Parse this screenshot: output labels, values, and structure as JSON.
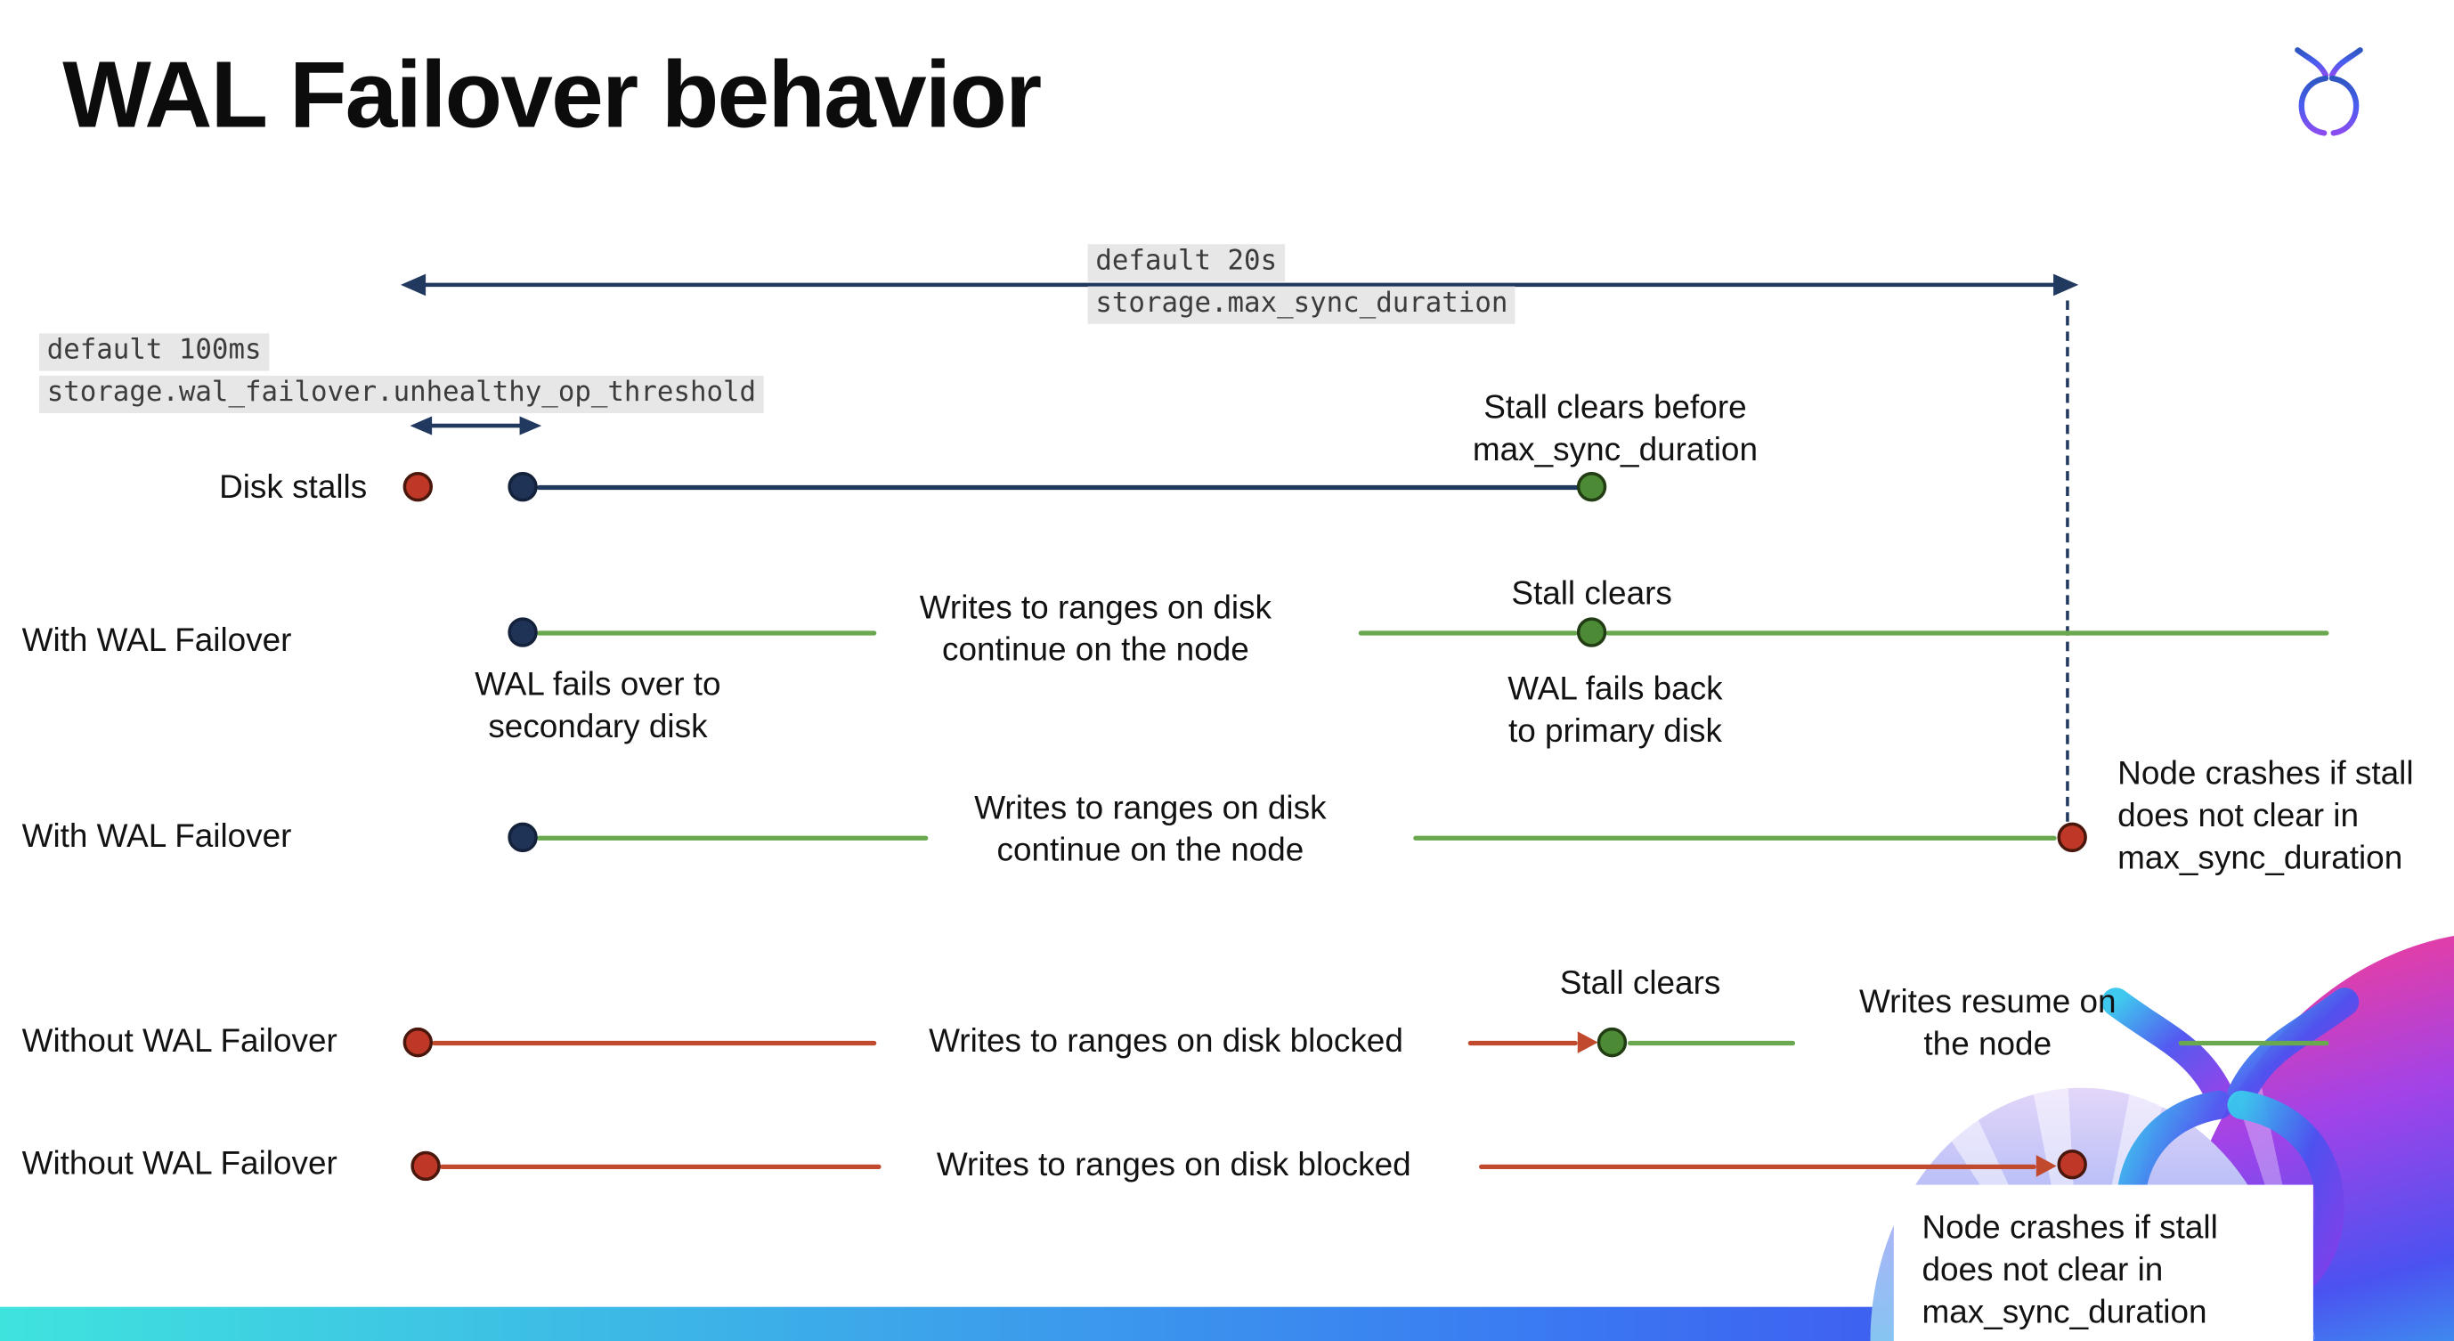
{
  "slide": {
    "title": "WAL Failover behavior"
  },
  "colors": {
    "navy": "#21385f",
    "green": "#69a84f",
    "red": "#c14a2e",
    "dotNavy": "#1f3356",
    "dotGreen": "#4c8a35",
    "dotRed": "#bf3726",
    "highlightBg": "#e8e7e7",
    "barStart": "#3fe3de",
    "barMid": "#3a7bf2",
    "barEnd": "#4536ee",
    "artPink": "#ee3d9b",
    "artPurple": "#a243e8",
    "artBlue": "#4b52f0",
    "artCyan": "#33bdee",
    "artLavender": "#e3d6f9"
  },
  "annotations": {
    "max_sync_duration": {
      "default_label": "default 20s",
      "setting": "storage.max_sync_duration"
    },
    "unhealthy_op_threshold": {
      "default_label": "default 100ms",
      "setting": "storage.wal_failover.unhealthy_op_threshold"
    }
  },
  "rows": {
    "disk_stalls": {
      "label": "Disk stalls",
      "stall_clears_note": [
        "Stall clears before",
        "max_sync_duration"
      ]
    },
    "with_failover_1": {
      "label": "With WAL Failover",
      "failover_note": [
        "WAL fails over to",
        "secondary disk"
      ],
      "writes_note": [
        "Writes to ranges on disk",
        "continue on the node"
      ],
      "stall_clears": "Stall clears",
      "failback_note": [
        "WAL fails  back",
        "to primary disk"
      ]
    },
    "with_failover_2": {
      "label": "With WAL Failover",
      "writes_note": [
        "Writes to ranges on disk",
        "continue on the node"
      ],
      "crash_note": [
        "Node crashes if stall",
        "does not clear in",
        "max_sync_duration"
      ]
    },
    "without_failover_1": {
      "label": "Without WAL Failover",
      "writes_note": "Writes to ranges on disk  blocked",
      "stall_clears": "Stall clears",
      "resume_note": [
        "Writes resume on",
        "the node"
      ]
    },
    "without_failover_2": {
      "label": "Without WAL Failover",
      "writes_note": "Writes to ranges on disk  blocked",
      "crash_note": [
        "Node crashes if stall",
        "does not clear in",
        "max_sync_duration"
      ]
    }
  }
}
